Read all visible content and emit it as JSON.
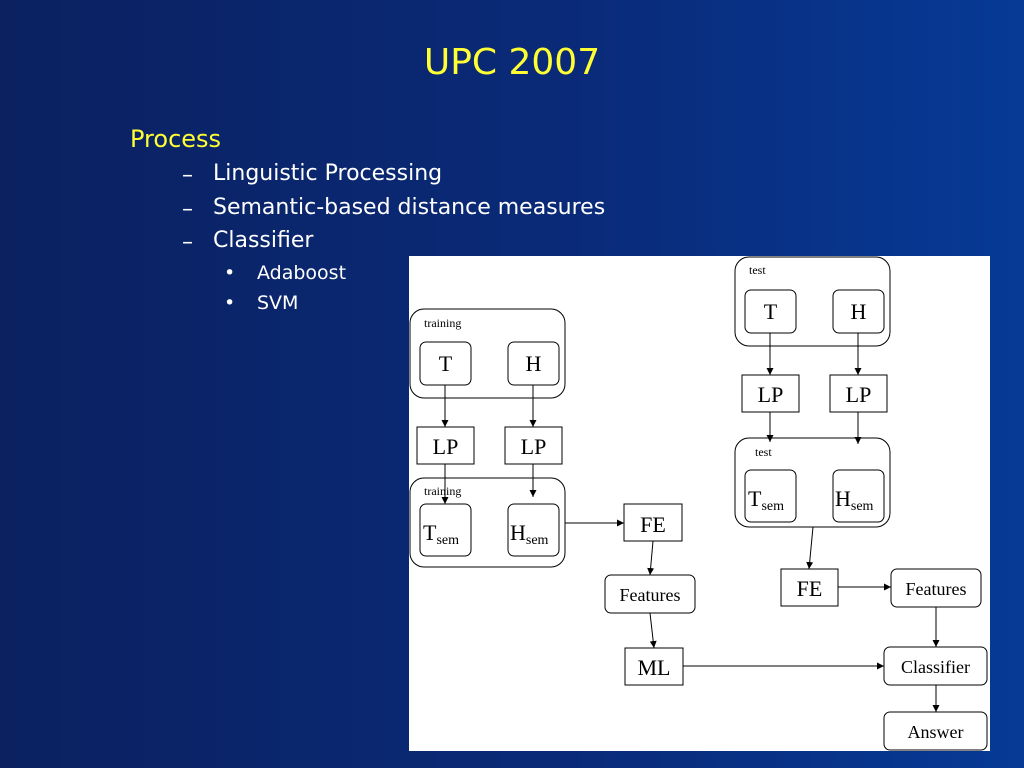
{
  "slide": {
    "title": "UPC 2007",
    "bullets": {
      "process": "Process",
      "linguistic": "Linguistic Processing",
      "semantic": "Semantic-based distance measures",
      "classifier": "Classifier",
      "adaboost": "Adaboost",
      "svm": "SVM",
      "dash": "–",
      "dot": "•"
    }
  },
  "diagram": {
    "training_label": "training",
    "test_label": "test",
    "t": "T",
    "h": "H",
    "lp": "LP",
    "sem_sub": "sem",
    "fe": "FE",
    "features": "Features",
    "ml": "ML",
    "classifier": "Classifier",
    "answer": "Answer"
  }
}
